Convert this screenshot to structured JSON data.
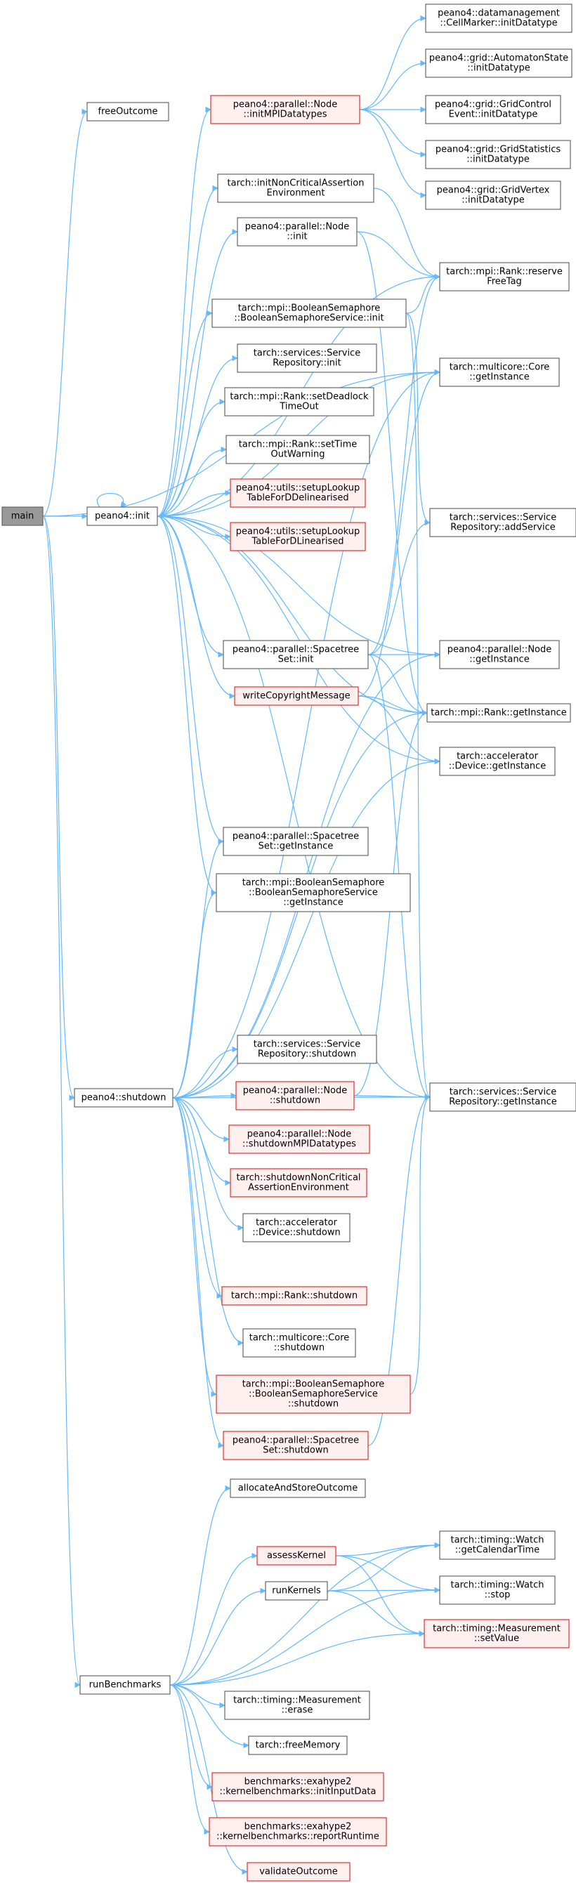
{
  "colors": {
    "edge": "#63b8ff",
    "plain_border": "#666666",
    "red_border": "#e03030",
    "red_fill": "#fff0f0",
    "root_fill": "#999999"
  },
  "nodes": {
    "main": [
      "main"
    ],
    "freeOutcome": [
      "freeOutcome"
    ],
    "peano4_init": [
      "peano4::init"
    ],
    "peano4_shutdown": [
      "peano4::shutdown"
    ],
    "runBenchmarks": [
      "runBenchmarks"
    ],
    "node_initMPIDatatypes": [
      "peano4::parallel::Node",
      "::initMPIDatatypes"
    ],
    "cellMarker_initDatatype": [
      "peano4::datamanagement",
      "::CellMarker::initDatatype"
    ],
    "automatonState_initDatatype": [
      "peano4::grid::AutomatonState",
      "::initDatatype"
    ],
    "gridControlEvent_initDatatype": [
      "peano4::grid::GridControl",
      "Event::initDatatype"
    ],
    "gridStatistics_initDatatype": [
      "peano4::grid::GridStatistics",
      "::initDatatype"
    ],
    "gridVertex_initDatatype": [
      "peano4::grid::GridVertex",
      "::initDatatype"
    ],
    "initNonCriticalAssertionEnv": [
      "tarch::initNonCriticalAssertion",
      "Environment"
    ],
    "node_init": [
      "peano4::parallel::Node",
      "::init"
    ],
    "rank_reserveFreeTag": [
      "tarch::mpi::Rank::reserve",
      "FreeTag"
    ],
    "boolSem_init": [
      "tarch::mpi::BooleanSemaphore",
      "::BooleanSemaphoreService::init"
    ],
    "serviceRepo_init": [
      "tarch::services::Service",
      "Repository::init"
    ],
    "core_getInstance": [
      "tarch::multicore::Core",
      "::getInstance"
    ],
    "rank_setDeadlockTimeOut": [
      "tarch::mpi::Rank::setDeadlock",
      "TimeOut"
    ],
    "rank_setTimeOutWarning": [
      "tarch::mpi::Rank::setTime",
      "OutWarning"
    ],
    "setupLookupTableDelinearised": [
      "peano4::utils::setupLookup",
      "TableForDDelinearised"
    ],
    "serviceRepo_addService": [
      "tarch::services::Service",
      "Repository::addService"
    ],
    "setupLookupTableLinearised": [
      "peano4::utils::setupLookup",
      "TableForDLinearised"
    ],
    "spacetreeSet_init": [
      "peano4::parallel::Spacetree",
      "Set::init"
    ],
    "node_getInstance": [
      "peano4::parallel::Node",
      "::getInstance"
    ],
    "writeCopyrightMessage": [
      "writeCopyrightMessage"
    ],
    "rank_getInstance": [
      "tarch::mpi::Rank::getInstance"
    ],
    "device_getInstance": [
      "tarch::accelerator",
      "::Device::getInstance"
    ],
    "spacetreeSet_getInstance": [
      "peano4::parallel::Spacetree",
      "Set::getInstance"
    ],
    "boolSem_getInstance": [
      "tarch::mpi::BooleanSemaphore",
      "::BooleanSemaphoreService",
      "::getInstance"
    ],
    "serviceRepo_shutdown": [
      "tarch::services::Service",
      "Repository::shutdown"
    ],
    "node_shutdown": [
      "peano4::parallel::Node",
      "::shutdown"
    ],
    "serviceRepo_getInstance": [
      "tarch::services::Service",
      "Repository::getInstance"
    ],
    "node_shutdownMPIDatatypes": [
      "peano4::parallel::Node",
      "::shutdownMPIDatatypes"
    ],
    "shutdownNonCriticalAssertionEnv": [
      "tarch::shutdownNonCritical",
      "AssertionEnvironment"
    ],
    "device_shutdown": [
      "tarch::accelerator",
      "::Device::shutdown"
    ],
    "rank_shutdown": [
      "tarch::mpi::Rank::shutdown"
    ],
    "core_shutdown": [
      "tarch::multicore::Core",
      "::shutdown"
    ],
    "boolSem_shutdown": [
      "tarch::mpi::BooleanSemaphore",
      "::BooleanSemaphoreService",
      "::shutdown"
    ],
    "spacetreeSet_shutdown": [
      "peano4::parallel::Spacetree",
      "Set::shutdown"
    ],
    "allocateAndStoreOutcome": [
      "allocateAndStoreOutcome"
    ],
    "watch_getCalendarTime": [
      "tarch::timing::Watch",
      "::getCalendarTime"
    ],
    "assessKernel": [
      "assessKernel"
    ],
    "runKernels": [
      "runKernels"
    ],
    "watch_stop": [
      "tarch::timing::Watch",
      "::stop"
    ],
    "measurement_setValue": [
      "tarch::timing::Measurement",
      "::setValue"
    ],
    "measurement_erase": [
      "tarch::timing::Measurement",
      "::erase"
    ],
    "freeMemory": [
      "tarch::freeMemory"
    ],
    "initInputData": [
      "benchmarks::exahype2",
      "::kernelbenchmarks::initInputData"
    ],
    "reportRuntime": [
      "benchmarks::exahype2",
      "::kernelbenchmarks::reportRuntime"
    ],
    "validateOutcome": [
      "validateOutcome"
    ]
  }
}
